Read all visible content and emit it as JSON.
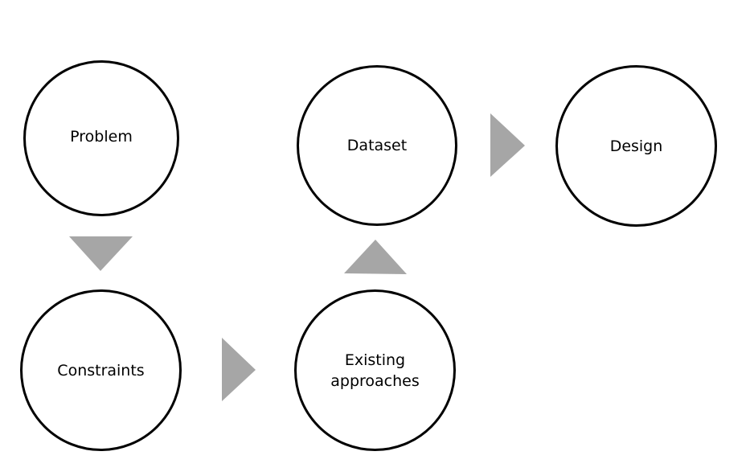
{
  "colors": {
    "node_border": "#000000",
    "node_fill": "#ffffff",
    "arrow": "#a6a6a6"
  },
  "nodes": {
    "problem": "Problem",
    "constraints": "Constraints",
    "dataset": "Dataset",
    "existing_approaches": "Existing\napproaches",
    "design": "Design"
  },
  "arrows": [
    {
      "from": "problem",
      "to": "constraints",
      "direction": "down",
      "icon": "triangle-down"
    },
    {
      "from": "constraints",
      "to": "existing_approaches",
      "direction": "right",
      "icon": "triangle-right"
    },
    {
      "from": "existing_approaches",
      "to": "dataset",
      "direction": "up",
      "icon": "triangle-up"
    },
    {
      "from": "dataset",
      "to": "design",
      "direction": "right",
      "icon": "triangle-right"
    }
  ]
}
